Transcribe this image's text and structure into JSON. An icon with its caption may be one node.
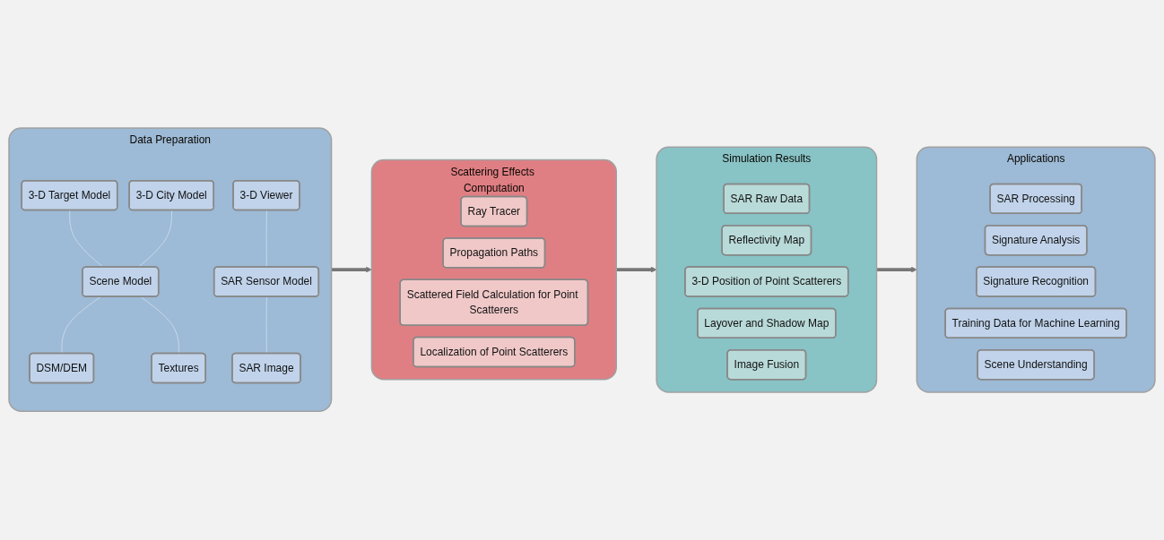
{
  "diagram": {
    "nodes": [
      {
        "text": [
          "Data Preparation"
        ]
      },
      {
        "text": [
          "3-D Target Model"
        ],
        "in": 0
      },
      {
        "text": [
          "3-D City Model"
        ],
        "in": 0
      },
      {
        "text": [
          "Scene Model"
        ],
        "in": 0
      },
      {
        "text": [
          "DSM/DEM"
        ],
        "in": 0
      },
      {
        "text": [
          "Textures"
        ],
        "in": 0
      },
      {
        "text": [
          "3-D Viewer"
        ],
        "in": 0
      },
      {
        "text": [
          "SAR Sensor Model"
        ],
        "in": 0
      },
      {
        "text": [
          "SAR Image"
        ],
        "in": 0
      },
      {
        "text": [
          "Scattering Effects Computation"
        ]
      },
      {
        "text": [
          "Ray Tracer"
        ],
        "in": 9
      },
      {
        "text": [
          "Propagation Paths"
        ],
        "in": 9
      },
      {
        "text": [
          "Scattered Field Calculation for Point Scatterers"
        ],
        "in": 9
      },
      {
        "text": [
          "Localization of Point Scatterers"
        ],
        "in": 9
      },
      {
        "text": [
          "Simulation Results"
        ]
      },
      {
        "text": [
          "SAR Raw Data"
        ],
        "in": 14
      },
      {
        "text": [
          "Reflectivity Map"
        ],
        "in": 14
      },
      {
        "text": [
          "3-D Position of Point Scatterers"
        ],
        "in": 14
      },
      {
        "text": [
          "Layover and Shadow Map"
        ],
        "in": 14
      },
      {
        "text": [
          "Image Fusion"
        ],
        "in": 14
      },
      {
        "text": [
          "Applications"
        ]
      },
      {
        "text": [
          "SAR Processing"
        ],
        "in": 20
      },
      {
        "text": [
          "Signature Analysis"
        ],
        "in": 20
      },
      {
        "text": [
          "Signature Recognition"
        ],
        "in": 20
      },
      {
        "text": [
          "Training Data for Machine Learning"
        ],
        "in": 20
      },
      {
        "text": [
          "Scene Understanding"
        ],
        "in": 20
      }
    ],
    "edges": [
      {
        "from": 1,
        "to": 3,
        "arrow": "none"
      },
      {
        "from": 2,
        "to": 3,
        "arrow": "none"
      },
      {
        "from": 3,
        "to": 4,
        "arrow": "none"
      },
      {
        "from": 3,
        "to": 5,
        "arrow": "none"
      },
      {
        "from": 6,
        "to": 7,
        "arrow": "none"
      },
      {
        "from": 7,
        "to": 8,
        "arrow": "none"
      },
      {
        "from": 0,
        "to": 9,
        "arrow": "to",
        "style": "thick",
        "color": "#777777"
      },
      {
        "from": 9,
        "to": 14,
        "arrow": "to",
        "style": "thick",
        "color": "#777777"
      },
      {
        "from": 14,
        "to": 20,
        "arrow": "to",
        "style": "thick",
        "color": "#777777"
      }
    ]
  }
}
